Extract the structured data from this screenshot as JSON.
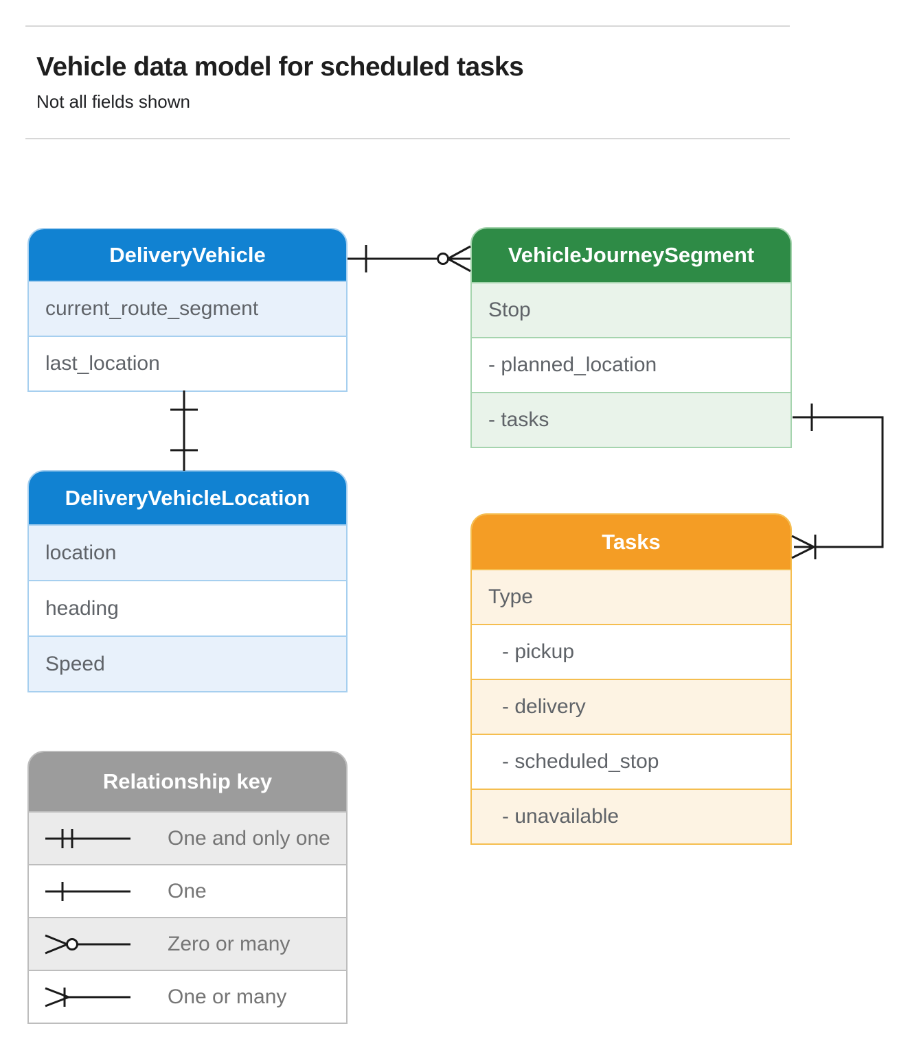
{
  "page": {
    "title": "Vehicle data model for scheduled tasks",
    "subtitle": "Not all fields shown"
  },
  "entities": [
    {
      "id": "delivery_vehicle",
      "title": "DeliveryVehicle",
      "color_scheme": "blue",
      "fields": [
        "current_route_segment",
        "last_location"
      ]
    },
    {
      "id": "vehicle_journey_segment",
      "title": "VehicleJourneySegment",
      "color_scheme": "green",
      "fields": [
        "Stop",
        "- planned_location",
        "- tasks"
      ]
    },
    {
      "id": "delivery_vehicle_location",
      "title": "DeliveryVehicleLocation",
      "color_scheme": "blue",
      "fields": [
        "location",
        "heading",
        "Speed"
      ]
    },
    {
      "id": "tasks",
      "title": "Tasks",
      "color_scheme": "orange",
      "fields": [
        "Type",
        "- pickup",
        "- delivery",
        "- scheduled_stop",
        "- unavailable"
      ]
    }
  ],
  "legend": {
    "title": "Relationship key",
    "items": [
      {
        "symbol": "one-and-only-one",
        "label": "One and only one"
      },
      {
        "symbol": "one",
        "label": "One"
      },
      {
        "symbol": "zero-or-many",
        "label": "Zero or many"
      },
      {
        "symbol": "one-or-many",
        "label": "One or many"
      }
    ]
  },
  "relationships": [
    {
      "from": "DeliveryVehicle",
      "to": "VehicleJourneySegment",
      "from_cardinality": "one",
      "to_cardinality": "zero-or-many"
    },
    {
      "from": "DeliveryVehicle",
      "to": "DeliveryVehicleLocation",
      "from_cardinality": "one",
      "to_cardinality": "one"
    },
    {
      "from": "VehicleJourneySegment",
      "to": "Tasks",
      "from_cardinality": "one",
      "to_cardinality": "one-or-many"
    }
  ],
  "colors": {
    "blue_header": "#1182D2",
    "blue_tint": "#E8F1FB",
    "blue_border": "#A6CFEF",
    "green_header": "#2E8B46",
    "green_tint": "#E9F3EA",
    "green_border": "#A5D4AE",
    "orange_header": "#F49D25",
    "orange_tint": "#FDF3E3",
    "orange_border": "#F5BE4F",
    "key_header": "#9C9C9C",
    "key_tint": "#EBEBEB",
    "key_border": "#BDBDBD",
    "connector": "#1A1A1A",
    "field_text": "#5F6368",
    "legend_text": "#757575"
  }
}
